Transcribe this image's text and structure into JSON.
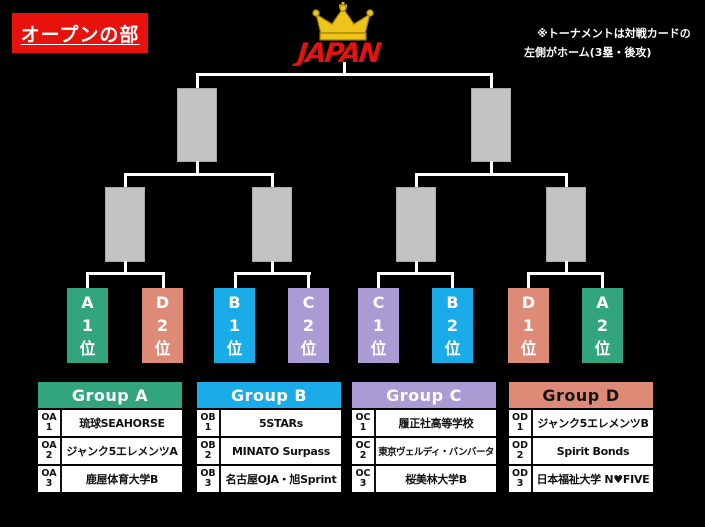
{
  "title": "オープンの部",
  "note": {
    "line1": "※トーナメントは対戦カードの",
    "line2": "左側がホーム(3塁・後攻)"
  },
  "logo": {
    "text": "JAPAN",
    "icon": "crown-icon"
  },
  "colors": {
    "green": "#32A47E",
    "blue": "#1AACE8",
    "purple": "#AA9BD4",
    "salmon": "#DD8A76",
    "red": "#E8120C",
    "gray": "#C3C3C3"
  },
  "seeds": [
    {
      "letter": "A",
      "rank": "1",
      "suffix": "位",
      "color": "green"
    },
    {
      "letter": "D",
      "rank": "2",
      "suffix": "位",
      "color": "salmon"
    },
    {
      "letter": "B",
      "rank": "1",
      "suffix": "位",
      "color": "blue"
    },
    {
      "letter": "C",
      "rank": "2",
      "suffix": "位",
      "color": "purple"
    },
    {
      "letter": "C",
      "rank": "1",
      "suffix": "位",
      "color": "purple"
    },
    {
      "letter": "B",
      "rank": "2",
      "suffix": "位",
      "color": "blue"
    },
    {
      "letter": "D",
      "rank": "1",
      "suffix": "位",
      "color": "salmon"
    },
    {
      "letter": "A",
      "rank": "2",
      "suffix": "位",
      "color": "green"
    }
  ],
  "groups": [
    {
      "name": "Group A",
      "rows": [
        {
          "id1": "OA",
          "id2": "1",
          "team": "琉球SEAHORSE"
        },
        {
          "id1": "OA",
          "id2": "2",
          "team": "ジャンク5エレメンツA"
        },
        {
          "id1": "OA",
          "id2": "3",
          "team": "鹿屋体育大学B"
        }
      ]
    },
    {
      "name": "Group B",
      "rows": [
        {
          "id1": "OB",
          "id2": "1",
          "team": "5STARs"
        },
        {
          "id1": "OB",
          "id2": "2",
          "team": "MINATO Surpass"
        },
        {
          "id1": "OB",
          "id2": "3",
          "team": "名古屋OJA・旭Sprint"
        }
      ]
    },
    {
      "name": "Group C",
      "rows": [
        {
          "id1": "OC",
          "id2": "1",
          "team": "履正社高等学校"
        },
        {
          "id1": "OC",
          "id2": "2",
          "team": "東京ヴェルディ・バンバータ"
        },
        {
          "id1": "OC",
          "id2": "3",
          "team": "桜美林大学B"
        }
      ]
    },
    {
      "name": "Group D",
      "rows": [
        {
          "id1": "OD",
          "id2": "1",
          "team": "ジャンク5エレメンツB"
        },
        {
          "id1": "OD",
          "id2": "2",
          "team": "Spirit Bonds"
        },
        {
          "id1": "OD",
          "id2": "3",
          "team": "日本福祉大学 N♥FIVE"
        }
      ]
    }
  ]
}
